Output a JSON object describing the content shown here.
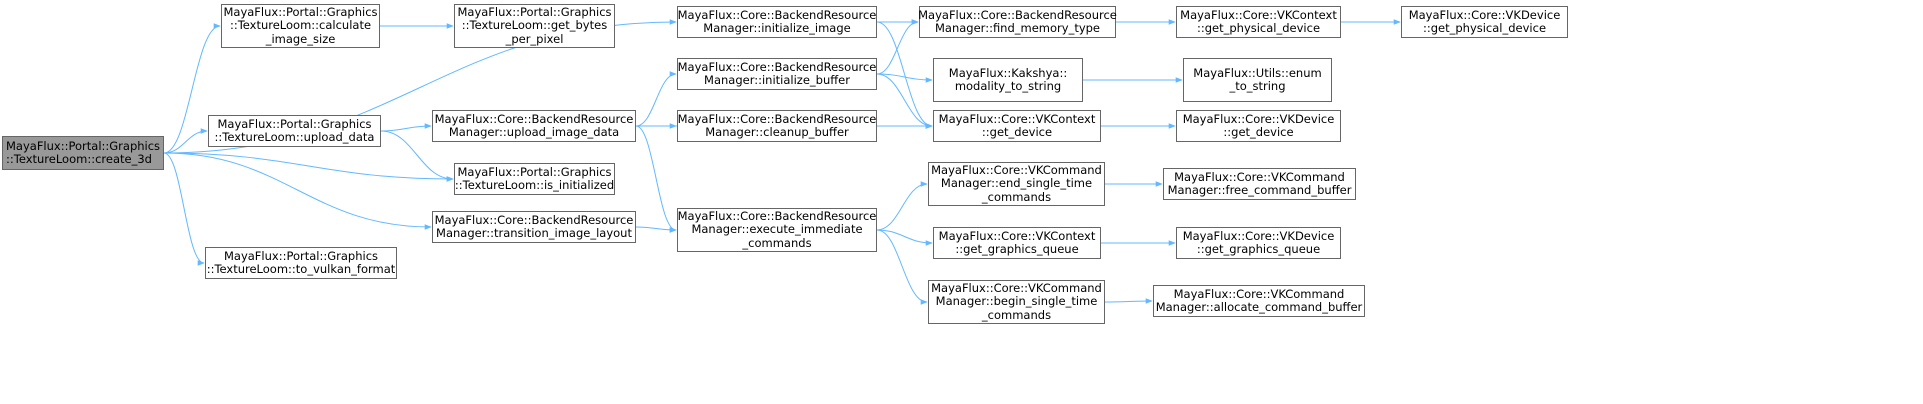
{
  "colors": {
    "edge": "#63b8ff",
    "root_fill": "#999999",
    "node_border": "#666666"
  },
  "nodes": {
    "create_3d": [
      "MayaFlux::Portal::Graphics",
      "::TextureLoom::create_3d"
    ],
    "calculate_image_size": [
      "MayaFlux::Portal::Graphics",
      "::TextureLoom::calculate",
      "_image_size"
    ],
    "get_bytes_per_pixel": [
      "MayaFlux::Portal::Graphics",
      "::TextureLoom::get_bytes",
      "_per_pixel"
    ],
    "upload_data": [
      "MayaFlux::Portal::Graphics",
      "::TextureLoom::upload_data"
    ],
    "is_initialized": [
      "MayaFlux::Portal::Graphics",
      "::TextureLoom::is_initialized"
    ],
    "to_vulkan_format": [
      "MayaFlux::Portal::Graphics",
      "::TextureLoom::to_vulkan_format"
    ],
    "upload_image_data": [
      "MayaFlux::Core::BackendResource",
      "Manager::upload_image_data"
    ],
    "transition_image_layout": [
      "MayaFlux::Core::BackendResource",
      "Manager::transition_image_layout"
    ],
    "initialize_image": [
      "MayaFlux::Core::BackendResource",
      "Manager::initialize_image"
    ],
    "initialize_buffer": [
      "MayaFlux::Core::BackendResource",
      "Manager::initialize_buffer"
    ],
    "cleanup_buffer": [
      "MayaFlux::Core::BackendResource",
      "Manager::cleanup_buffer"
    ],
    "execute_immediate_commands": [
      "MayaFlux::Core::BackendResource",
      "Manager::execute_immediate",
      "_commands"
    ],
    "find_memory_type": [
      "MayaFlux::Core::BackendResource",
      "Manager::find_memory_type"
    ],
    "modality_to_string": [
      "MayaFlux::Kakshya::",
      "modality_to_string"
    ],
    "ctx_get_device": [
      "MayaFlux::Core::VKContext",
      "::get_device"
    ],
    "end_single_time_commands": [
      "MayaFlux::Core::VKCommand",
      "Manager::end_single_time",
      "_commands"
    ],
    "ctx_get_graphics_queue": [
      "MayaFlux::Core::VKContext",
      "::get_graphics_queue"
    ],
    "begin_single_time_commands": [
      "MayaFlux::Core::VKCommand",
      "Manager::begin_single_time",
      "_commands"
    ],
    "ctx_get_physical_device": [
      "MayaFlux::Core::VKContext",
      "::get_physical_device"
    ],
    "enum_to_string": [
      "MayaFlux::Utils::enum",
      "_to_string"
    ],
    "dev_get_device": [
      "MayaFlux::Core::VKDevice",
      "::get_device"
    ],
    "free_command_buffer": [
      "MayaFlux::Core::VKCommand",
      "Manager::free_command_buffer"
    ],
    "dev_get_graphics_queue": [
      "MayaFlux::Core::VKDevice",
      "::get_graphics_queue"
    ],
    "allocate_command_buffer": [
      "MayaFlux::Core::VKCommand",
      "Manager::allocate_command_buffer"
    ],
    "dev_get_physical_device": [
      "MayaFlux::Core::VKDevice",
      "::get_physical_device"
    ]
  },
  "edges": [
    [
      "create_3d",
      "calculate_image_size"
    ],
    [
      "create_3d",
      "initialize_image"
    ],
    [
      "create_3d",
      "upload_data"
    ],
    [
      "create_3d",
      "is_initialized"
    ],
    [
      "create_3d",
      "transition_image_layout"
    ],
    [
      "create_3d",
      "to_vulkan_format"
    ],
    [
      "calculate_image_size",
      "get_bytes_per_pixel"
    ],
    [
      "upload_data",
      "upload_image_data"
    ],
    [
      "upload_data",
      "is_initialized"
    ],
    [
      "upload_image_data",
      "initialize_buffer"
    ],
    [
      "upload_image_data",
      "cleanup_buffer"
    ],
    [
      "upload_image_data",
      "ctx_get_device"
    ],
    [
      "upload_image_data",
      "execute_immediate_commands"
    ],
    [
      "transition_image_layout",
      "execute_immediate_commands"
    ],
    [
      "initialize_image",
      "find_memory_type"
    ],
    [
      "initialize_image",
      "ctx_get_device"
    ],
    [
      "initialize_buffer",
      "find_memory_type"
    ],
    [
      "initialize_buffer",
      "modality_to_string"
    ],
    [
      "initialize_buffer",
      "ctx_get_device"
    ],
    [
      "cleanup_buffer",
      "ctx_get_device"
    ],
    [
      "execute_immediate_commands",
      "end_single_time_commands"
    ],
    [
      "execute_immediate_commands",
      "ctx_get_graphics_queue"
    ],
    [
      "execute_immediate_commands",
      "begin_single_time_commands"
    ],
    [
      "find_memory_type",
      "ctx_get_physical_device"
    ],
    [
      "modality_to_string",
      "enum_to_string"
    ],
    [
      "ctx_get_device",
      "dev_get_device"
    ],
    [
      "end_single_time_commands",
      "free_command_buffer"
    ],
    [
      "ctx_get_graphics_queue",
      "dev_get_graphics_queue"
    ],
    [
      "begin_single_time_commands",
      "allocate_command_buffer"
    ],
    [
      "ctx_get_physical_device",
      "dev_get_physical_device"
    ]
  ]
}
